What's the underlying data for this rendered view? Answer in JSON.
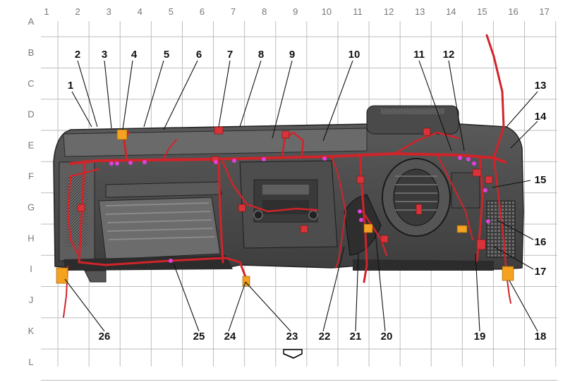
{
  "grid": {
    "columns": [
      "1",
      "2",
      "3",
      "4",
      "5",
      "6",
      "7",
      "8",
      "9",
      "10",
      "11",
      "12",
      "13",
      "14",
      "15",
      "16",
      "17"
    ],
    "rows": [
      "A",
      "B",
      "C",
      "D",
      "E",
      "F",
      "G",
      "H",
      "I",
      "J",
      "K",
      "L"
    ]
  },
  "callouts": [
    "1",
    "2",
    "3",
    "4",
    "5",
    "6",
    "7",
    "8",
    "9",
    "10",
    "11",
    "12",
    "13",
    "14",
    "15",
    "16",
    "17",
    "18",
    "19",
    "20",
    "21",
    "22",
    "23",
    "24",
    "25",
    "26"
  ],
  "colors": {
    "harness": "#d0242a",
    "splice_marker": "#e040e0",
    "ground_connector": "#f4a21f",
    "panel": "#555555",
    "grid": "#bdbdbd"
  },
  "icons": {
    "front_arrow": "front-direction-arrow-icon"
  }
}
